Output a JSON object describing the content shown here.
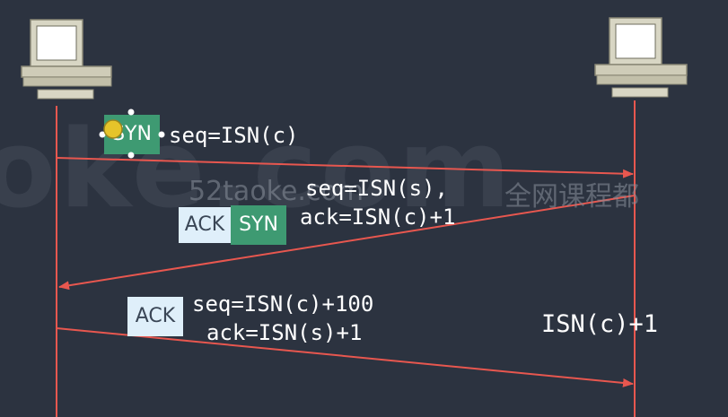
{
  "watermark": {
    "site": "52taoke.com",
    "slogan": "全网课程都"
  },
  "step1": {
    "flag": "SYN",
    "text": "seq=ISN(c)"
  },
  "step2": {
    "flag_ack": "ACK",
    "flag_syn": "SYN",
    "line1": "seq=ISN(s),",
    "line2": "ack=ISN(c)+1"
  },
  "step3": {
    "flag": "ACK",
    "line1": "seq=ISN(c)+100",
    "line2": "ack=ISN(s)+1"
  },
  "note": "ISN(c)+1",
  "colors": {
    "background": "#2c3340",
    "line": "#e8574f",
    "syn_fill": "#3e9a72",
    "ack_fill": "#dfeffa"
  }
}
